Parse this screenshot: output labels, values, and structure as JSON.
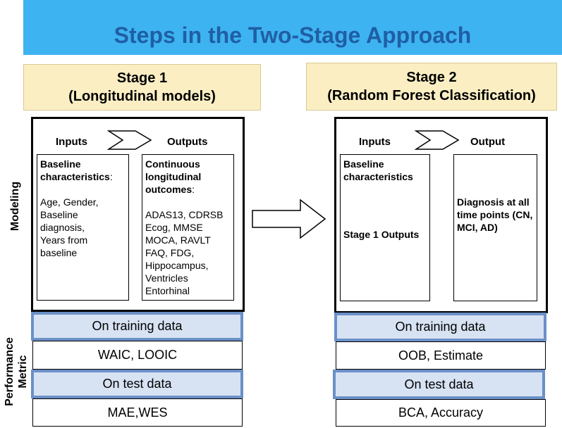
{
  "title": "Steps in the Two-Stage Approach",
  "side_labels": {
    "modeling": "Modeling",
    "performance_line1": "Performance",
    "performance_line2": "Metric"
  },
  "stage1": {
    "title_line1": "Stage 1",
    "title_line2": "(Longitudinal models)",
    "inputs_label": "Inputs",
    "outputs_label": "Outputs",
    "inputs_heading": "Baseline characteristics",
    "inputs_colon": ":",
    "inputs_items": [
      "Age, Gender,",
      "Baseline",
      "diagnosis,",
      "Years from",
      "baseline"
    ],
    "outputs_heading": "Continuous longitudinal outcomes",
    "outputs_colon": ":",
    "outputs_items": [
      "ADAS13, CDRSB",
      "Ecog, MMSE",
      "MOCA, RAVLT",
      "FAQ, FDG,",
      "Hippocampus,",
      "Ventricles",
      "Entorhinal"
    ],
    "metrics": {
      "training_label": "On training data",
      "training_value": "WAIC, LOOIC",
      "test_label": "On test data",
      "test_value": "MAE,WES"
    }
  },
  "stage2": {
    "title_line1": "Stage 2",
    "title_line2": "(Random Forest Classification)",
    "inputs_label": "Inputs",
    "output_label": "Output",
    "inputs_item1": "Baseline characteristics",
    "inputs_item2": "Stage 1 Outputs",
    "output_text": "Diagnosis at all time points (CN, MCI, AD)",
    "metrics": {
      "training_label": "On training data",
      "training_value": "OOB, Estimate",
      "test_label": "On test data",
      "test_value": "BCA, Accuracy"
    }
  },
  "colors": {
    "banner": "#3eb3f2",
    "title": "#1f5fa4",
    "stage_header": "#fbeec3",
    "metric_fill": "#d7e2f3",
    "metric_border": "#6b90c7"
  }
}
